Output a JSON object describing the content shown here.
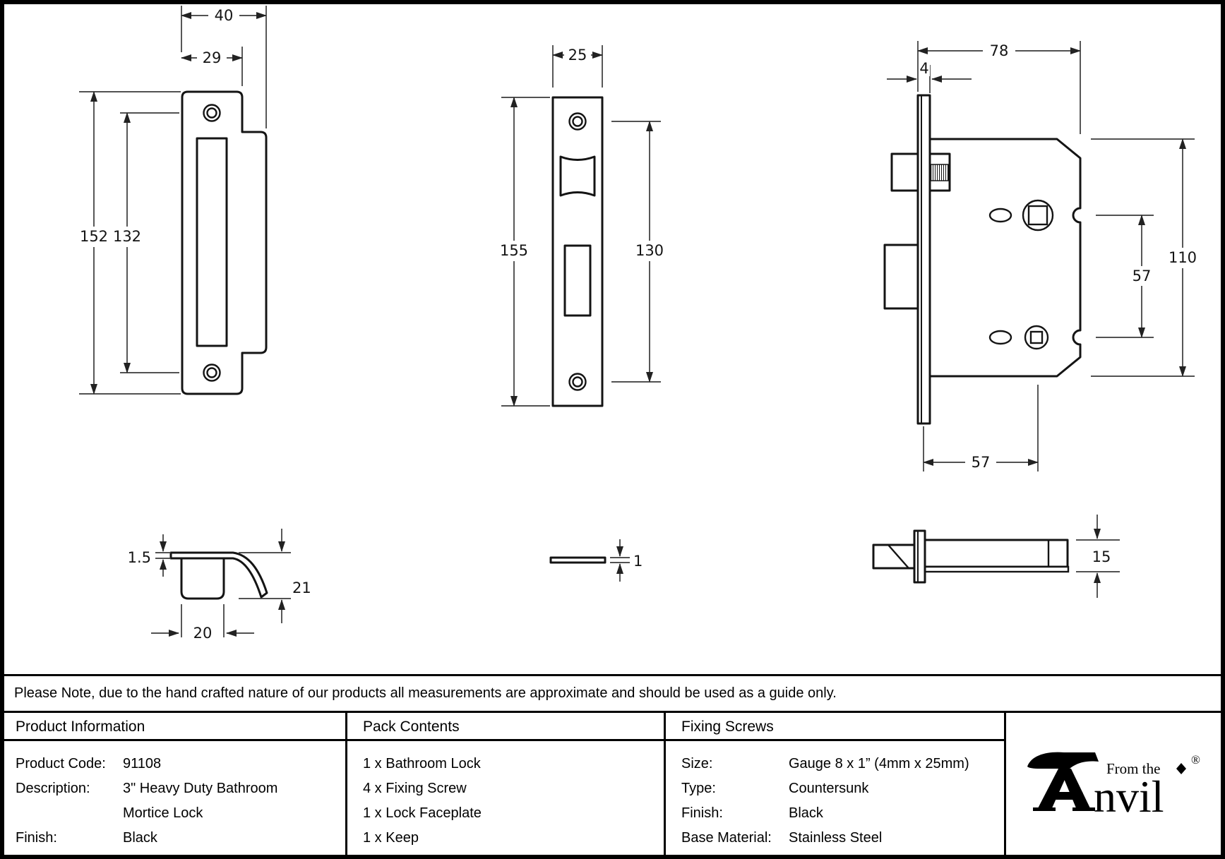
{
  "note": "Please Note, due to the hand crafted nature of our products all measurements are approximate and should be used as a guide only.",
  "figures": {
    "keep_front": {
      "overall_width": "40",
      "slot_width": "29",
      "overall_height": "152",
      "fixing_centres": "132"
    },
    "faceplate_front": {
      "width": "25",
      "height": "155",
      "fixing_centres": "130"
    },
    "lock_side": {
      "overall_depth": "78",
      "faceplate_thickness": "4",
      "case_height": "110",
      "spindle_centres": "57",
      "backset": "57"
    },
    "keep_profile": {
      "plate_thickness": "1.5",
      "box_depth": "21",
      "box_width": "20"
    },
    "faceplate_profile": {
      "thickness": "1"
    },
    "lock_profile": {
      "case_thickness": "15"
    }
  },
  "table": {
    "product_information": {
      "header": "Product Information",
      "rows": [
        {
          "label": "Product Code:",
          "value": "91108"
        },
        {
          "label": "Description:",
          "value": "3\" Heavy Duty Bathroom"
        },
        {
          "label": "",
          "value": "Mortice Lock"
        },
        {
          "label": "Finish:",
          "value": "Black"
        }
      ]
    },
    "pack_contents": {
      "header": "Pack Contents",
      "items": [
        "1 x Bathroom Lock",
        "4 x Fixing Screw",
        "1 x Lock Faceplate",
        "1 x Keep"
      ]
    },
    "fixing_screws": {
      "header": "Fixing Screws",
      "rows": [
        {
          "label": "Size:",
          "value": "Gauge 8 x 1” (4mm x 25mm)"
        },
        {
          "label": "Type:",
          "value": "Countersunk"
        },
        {
          "label": "Finish:",
          "value": "Black"
        },
        {
          "label": "Base Material:",
          "value": "Stainless Steel"
        }
      ]
    },
    "logo": {
      "prefix": "From the",
      "brand": "Anvil",
      "brand_display_rest": "nvil",
      "registered": "®"
    }
  }
}
